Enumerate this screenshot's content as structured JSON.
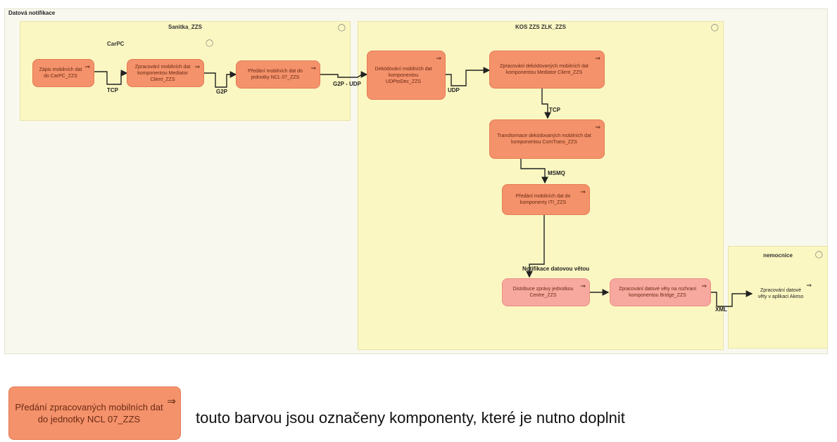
{
  "frame_title": "Datová notifikace",
  "lanes": {
    "sanitka": "Sanitka_ZZS",
    "carpc": "CarPC",
    "kos": "KOS ZZS ZLK_ZZS",
    "nemocnice": "nemocnice"
  },
  "nodes": {
    "n1": "Zápis mobilních dat do CarPC_ZZS",
    "n2": "Zpracování mobilních dat komponentou Mediator Client_ZZS",
    "n3": "Předání mobilních dat do jednotky NCL 07_ZZS",
    "n4": "Dekódování mobilních dat komponentou UDPtoDec_ZZS",
    "n5": "Zpracování dekódovaných mobilních dat komponentou Mediator Client_ZZS",
    "n6": "Transformace dekódovaných mobilních dat komponentou ComTrans_ZZS",
    "n7": "Předání mobilních dat do komponenty ITI_ZZS",
    "n8": "Distribuce zprávy jednotkou Centre_ZZS",
    "n9": "Zpracování datové věty na rozhraní komponentou Bridge_ZZS",
    "n10": "Zpracování datové věty v aplikaci Akeso"
  },
  "edge_labels": {
    "tcp1": "TCP",
    "g2p": "G2P",
    "g2p_udp": "G2P - UDP",
    "udp": "UDP",
    "tcp2": "TCP",
    "msmq": "MSMQ",
    "notif": "Notifikace datovou větou",
    "xml": "XML"
  },
  "legend": {
    "node_label": "Předání zpracovaných mobilních dat do jednotky NCL 07_ZZS",
    "text": "touto barvou jsou označeny komponenty, které je nutno doplnit"
  },
  "icons": {
    "subprocess": "subprocess-arrow-icon",
    "lane": "lightbulb-icon"
  },
  "colors": {
    "lane": "#fbf7c2",
    "component_to_add": "#f4926b",
    "component_light": "#f7a9a0"
  }
}
